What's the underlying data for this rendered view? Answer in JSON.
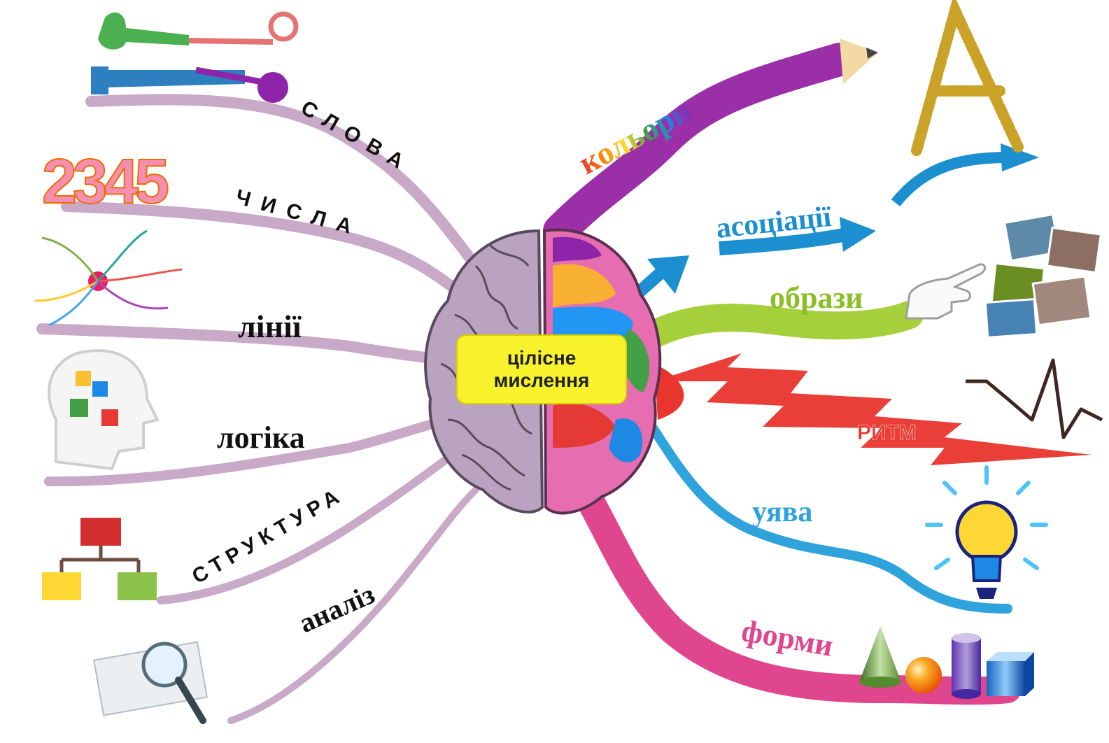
{
  "center": {
    "line1": "цілісне",
    "line2": "мислення"
  },
  "left_branches": {
    "slova": "СЛОВА",
    "chysla": "ЧИСЛА",
    "linii": "лінії",
    "logika": "логіка",
    "struktura": "СТРУКТУРА",
    "analiz": "аналіз"
  },
  "right_branches": {
    "kolory": "кольори",
    "asotsiatsii": "асоціації",
    "obrazy": "образи",
    "rytm": "РИТМ",
    "uiava": "уява",
    "formy": "форми"
  },
  "numbers_art": "2345",
  "letter_art": "A",
  "colors": {
    "left_branch": "#c8a9c7",
    "kolory_branch": "#9b2fa8",
    "asotsiatsii_arrow": "#1b8fd0",
    "obrazy_branch": "#a6cf3c",
    "rytm_branch": "#e8352d",
    "uiava_branch": "#2fa3dc",
    "formy_branch": "#e0468e",
    "center_box": "#f7f22b"
  },
  "icons": [
    "key-icon",
    "numbers-icon",
    "mindmap-icon",
    "head-puzzle-icon",
    "org-chart-icon",
    "magnifier-icon",
    "chain-letter-icon",
    "photos-icon",
    "heartbeat-icon",
    "lightbulb-icon",
    "shapes-icon",
    "pointing-hand-icon",
    "brain-icon"
  ]
}
